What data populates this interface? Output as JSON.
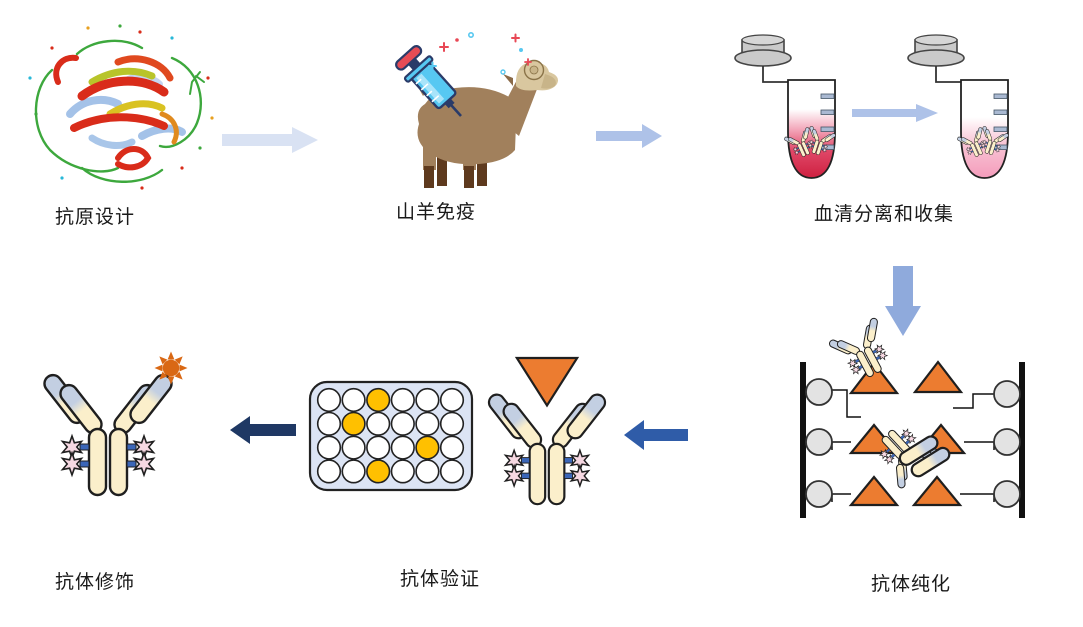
{
  "steps": [
    {
      "id": "antigen-design",
      "label": "抗原设计"
    },
    {
      "id": "goat-immunization",
      "label": "山羊免疫"
    },
    {
      "id": "serum-separation",
      "label": "血清分离和收集"
    },
    {
      "id": "antibody-purification",
      "label": "抗体纯化"
    },
    {
      "id": "antibody-validation",
      "label": "抗体验证"
    },
    {
      "id": "antibody-modification",
      "label": "抗体修饰"
    }
  ],
  "flow": [
    "抗原设计 → 山羊免疫",
    "山羊免疫 → 血清分离和收集",
    "血清分离和收集 → 抗体纯化",
    "抗体纯化 → 抗体验证",
    "抗体验证 → 抗体修饰"
  ],
  "icons": {
    "step1": "protein-structure-icon",
    "step2": "goat-with-syringe-icon",
    "step3": "serum-tubes-icon",
    "step4": "affinity-purification-column-icon",
    "step5": "microplate-and-antibody-antigen-icon",
    "step6": "labeled-antibody-with-sun-icon"
  },
  "colors": {
    "arrow_light": "#D9E2F3",
    "arrow_medium": "#AEC2E8",
    "arrow_down": "#8FAADC",
    "arrow_blue": "#2F5CA8",
    "arrow_navy": "#1F3864",
    "antigen_triangle": "#EC7C30",
    "well_highlight": "#FFC000",
    "well_empty": "#FFFFFF",
    "plate_fill": "#DCE4F4",
    "antibody_body": "#FBEFCB",
    "antibody_tip": "#C3CFE2",
    "glycan_pink": "#F6D8E2",
    "sun_orange": "#D96814",
    "serum_dark": "#CE2040",
    "serum_light": "#F49CBB",
    "cap_gray": "#CACACA",
    "bead_gray": "#E3E3E3"
  },
  "plate": {
    "rows": 4,
    "cols": 6,
    "highlighted_wells": [
      [
        0,
        2
      ],
      [
        1,
        1
      ],
      [
        2,
        4
      ],
      [
        3,
        2
      ]
    ]
  }
}
